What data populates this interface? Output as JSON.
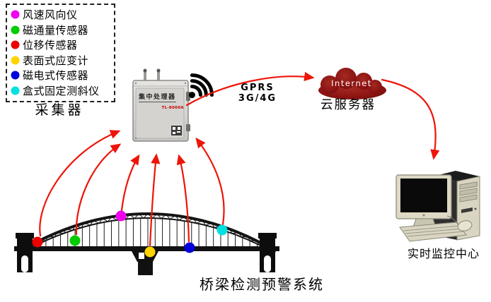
{
  "title": "桥梁检测预警系统",
  "legend": {
    "caption": "采集器",
    "items": [
      {
        "name": "wind-speed-direction-instrument",
        "label": "风速风向仪",
        "color": "#ee00ee"
      },
      {
        "name": "magnetic-flux-sensor",
        "label": "磁通量传感器",
        "color": "#00cc00"
      },
      {
        "name": "displacement-sensor",
        "label": "位移传感器",
        "color": "#ee0000"
      },
      {
        "name": "surface-strain-gauge",
        "label": "表面式应变计",
        "color": "#ffd400"
      },
      {
        "name": "magnetoelectric-sensor",
        "label": "磁电式传感器",
        "color": "#0000dd"
      },
      {
        "name": "box-fixed-inclinometer",
        "label": "盒式固定测斜仪",
        "color": "#00e0e0"
      }
    ]
  },
  "device": {
    "label": "集中处理器",
    "logo": "TL-8060A"
  },
  "network": {
    "line1": "GPRS",
    "line2": "3G/4G"
  },
  "cloud": {
    "label": "Internet",
    "caption": "云服务器",
    "color": "#8c1312"
  },
  "monitor_center": {
    "caption": "实时监控中心"
  },
  "icons": {
    "wifi": "wifi-signal-icon",
    "cloud": "internet-cloud-icon",
    "computer": "desktop-computer-icon"
  },
  "colors": {
    "arrow": "#ee1408"
  },
  "connections": [
    {
      "from": "bridge-sensors",
      "to": "集中处理器"
    },
    {
      "from": "集中处理器",
      "to": "云服务器",
      "via": "GPRS 3G/4G"
    },
    {
      "from": "云服务器",
      "to": "实时监控中心"
    }
  ]
}
